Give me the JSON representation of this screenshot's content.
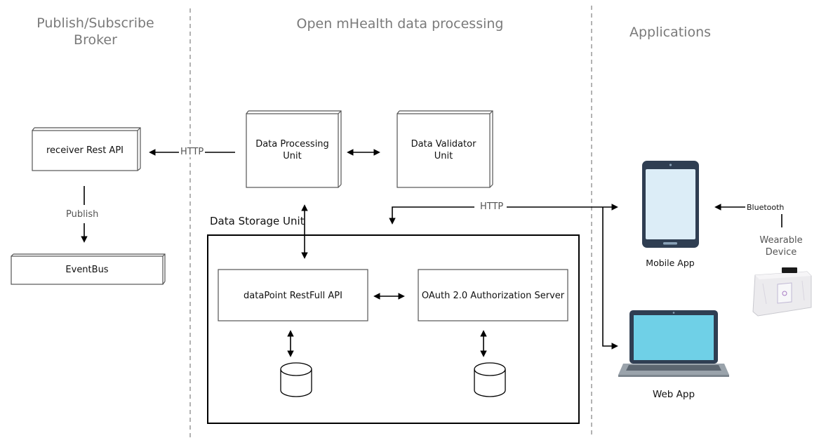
{
  "columns": {
    "broker_line1": "Publish/Subscribe",
    "broker_line2": "Broker",
    "processing": "Open mHealth data processing",
    "applications": "Applications"
  },
  "boxes": {
    "receiver": "receiver Rest API",
    "eventbus": "EventBus",
    "dpu_line1": "Data Processing",
    "dpu_line2": "Unit",
    "dvu_line1": "Data Validator",
    "dvu_line2": "Unit",
    "storage": "Data Storage Unit",
    "datapoint": "dataPoint RestFull API",
    "oauth": "OAuth 2.0 Authorization Server"
  },
  "edges": {
    "http_left": "HTTP",
    "publish": "Publish",
    "http_right": "HTTP",
    "bluetooth": "Bluetooth"
  },
  "devices": {
    "mobile": "Mobile App",
    "web": "Web App",
    "wearable_line1": "Wearable",
    "wearable_line2": "Device"
  },
  "colors": {
    "phone_body": "#2f3e52",
    "screen": "#dcedf7",
    "laptop_screen": "#6fd0e7",
    "laptop_base": "#9aa3ab",
    "divider": "#999999"
  }
}
